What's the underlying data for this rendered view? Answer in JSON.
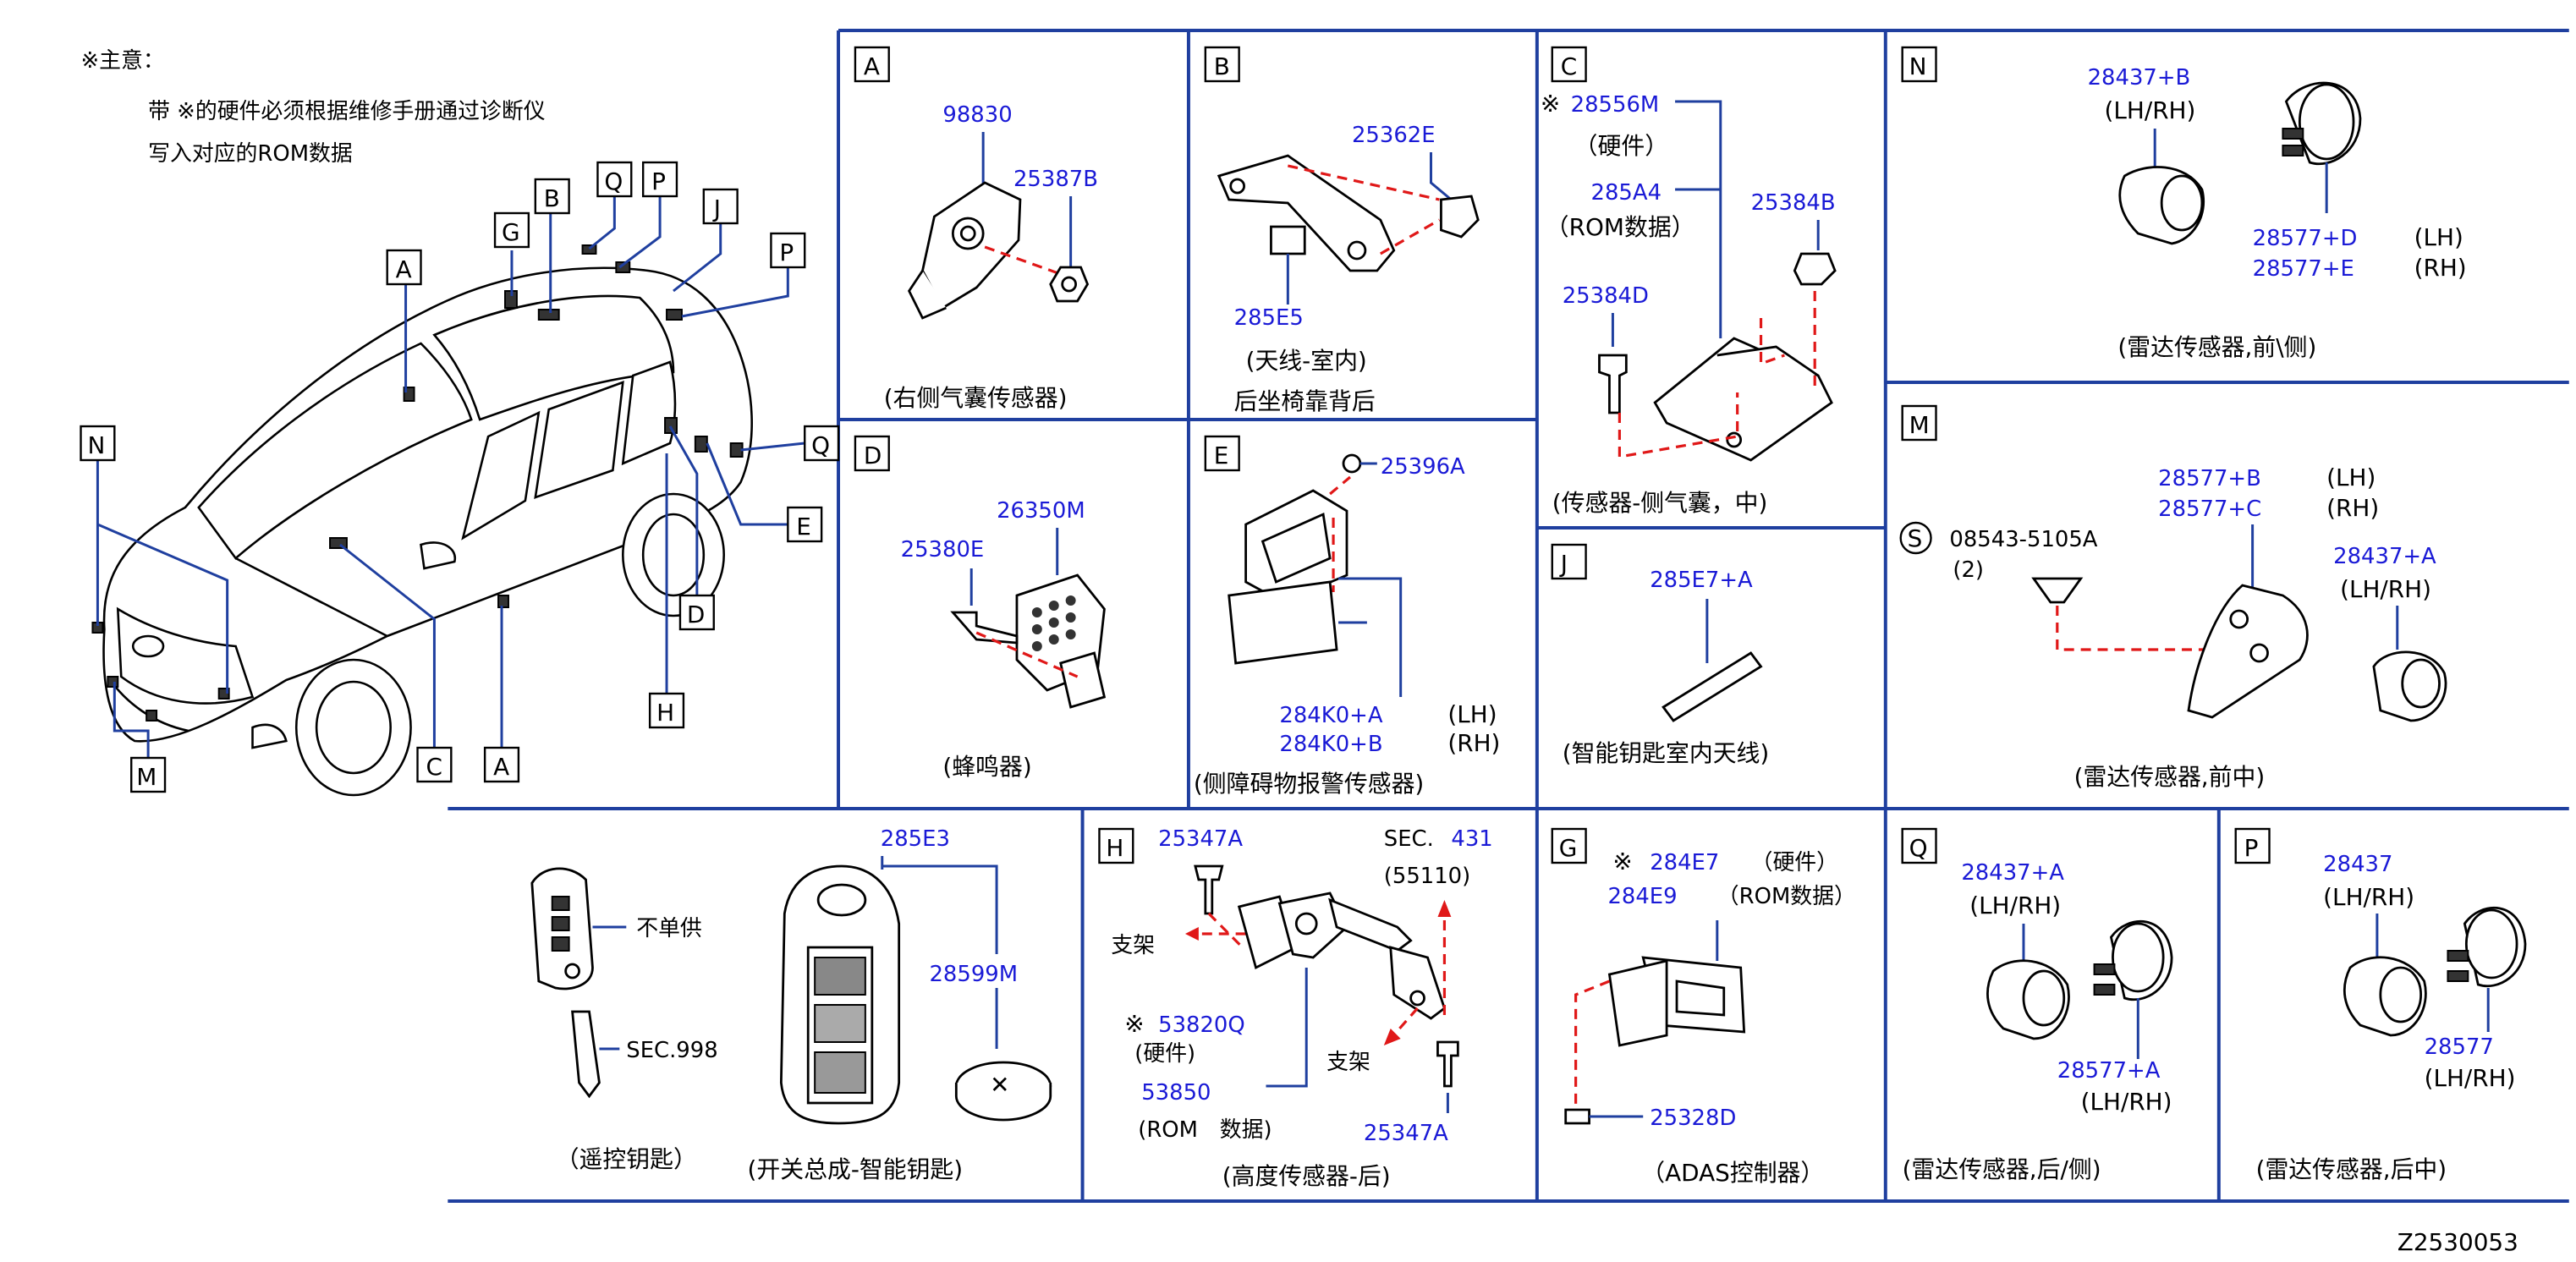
{
  "note": {
    "title": "※主意：",
    "line1": "带 ※的硬件必须根据维修手册通过诊断仪",
    "line2": "写入对应的ROM数据"
  },
  "car_callouts": [
    "A",
    "B",
    "G",
    "Q",
    "P",
    "J",
    "P",
    "N",
    "Q",
    "E",
    "D",
    "H",
    "C",
    "A",
    "M"
  ],
  "panels": {
    "A": {
      "letter": "A",
      "parts": [
        "98830",
        "25387B"
      ],
      "caption": "(右侧气囊传感器)"
    },
    "B": {
      "letter": "B",
      "parts": [
        "25362E",
        "285E5"
      ],
      "caption1": "(天线-室内)",
      "caption2": "后坐椅靠背后"
    },
    "C": {
      "letter": "C",
      "mark": "※",
      "p1": "28556M",
      "p1_note": "（硬件）",
      "p2": "285A4",
      "p2_note": "（ROM数据）",
      "p3": "25384B",
      "p4": "25384D",
      "caption": "(传感器-侧气囊，中)"
    },
    "N": {
      "letter": "N",
      "p1": "28437+B",
      "p1_note": "(LH/RH)",
      "p2": "28577+D",
      "p2_side": "(LH)",
      "p3": "28577+E",
      "p3_side": "(RH)",
      "caption": "(雷达传感器,前\\侧)"
    },
    "D": {
      "letter": "D",
      "p1": "26350M",
      "p2": "25380E",
      "caption": "(蜂鸣器)"
    },
    "E": {
      "letter": "E",
      "p1": "25396A",
      "p2": "284K0+A",
      "p2_side": "(LH)",
      "p3": "284K0+B",
      "p3_side": "(RH)",
      "caption": "(侧障碍物报警传感器)"
    },
    "J": {
      "letter": "J",
      "p1": "285E7+A",
      "caption": "(智能钥匙室内天线)"
    },
    "M": {
      "letter": "M",
      "s_label": "S",
      "p0": "08543-5105A",
      "p0_qty": "(2)",
      "p1": "28577+B",
      "p1_side": "(LH)",
      "p2": "28577+C",
      "p2_side": "(RH)",
      "p3": "28437+A",
      "p3_note": "(LH/RH)",
      "caption": "(雷达传感器,前中)"
    },
    "key": {
      "p1": "285E3",
      "p2": "28599M",
      "nosup": "不单供",
      "sec": "SEC.998",
      "cap1": "（遥控钥匙）",
      "cap2": "(开关总成-智能钥匙)"
    },
    "H": {
      "letter": "H",
      "p1": "25347A",
      "sec": "SEC.",
      "sec_num": "431",
      "sec_sub": "(55110)",
      "bracket1": "支架",
      "mark": "※",
      "p2": "53820Q",
      "p2_note": "(硬件)",
      "p3": "53850",
      "p3_note": "(ROM　数据)",
      "bracket2": "支架",
      "p4": "25347A",
      "caption": "(高度传感器-后)"
    },
    "G": {
      "letter": "G",
      "mark": "※",
      "p1": "284E7",
      "p1_note": "（硬件）",
      "p2": "284E9",
      "p2_note": "（ROM数据）",
      "p3": "25328D",
      "caption": "（ADAS控制器）"
    },
    "Q": {
      "letter": "Q",
      "p1": "28437+A",
      "p1_note": "(LH/RH)",
      "p2": "28577+A",
      "p2_note": "(LH/RH)",
      "caption": "(雷达传感器,后/侧)"
    },
    "P": {
      "letter": "P",
      "p1": "28437",
      "p1_note": "(LH/RH)",
      "p2": "28577",
      "p2_note": "(LH/RH)",
      "caption": "(雷达传感器,后中)"
    }
  },
  "drawing_id": "Z2530053"
}
